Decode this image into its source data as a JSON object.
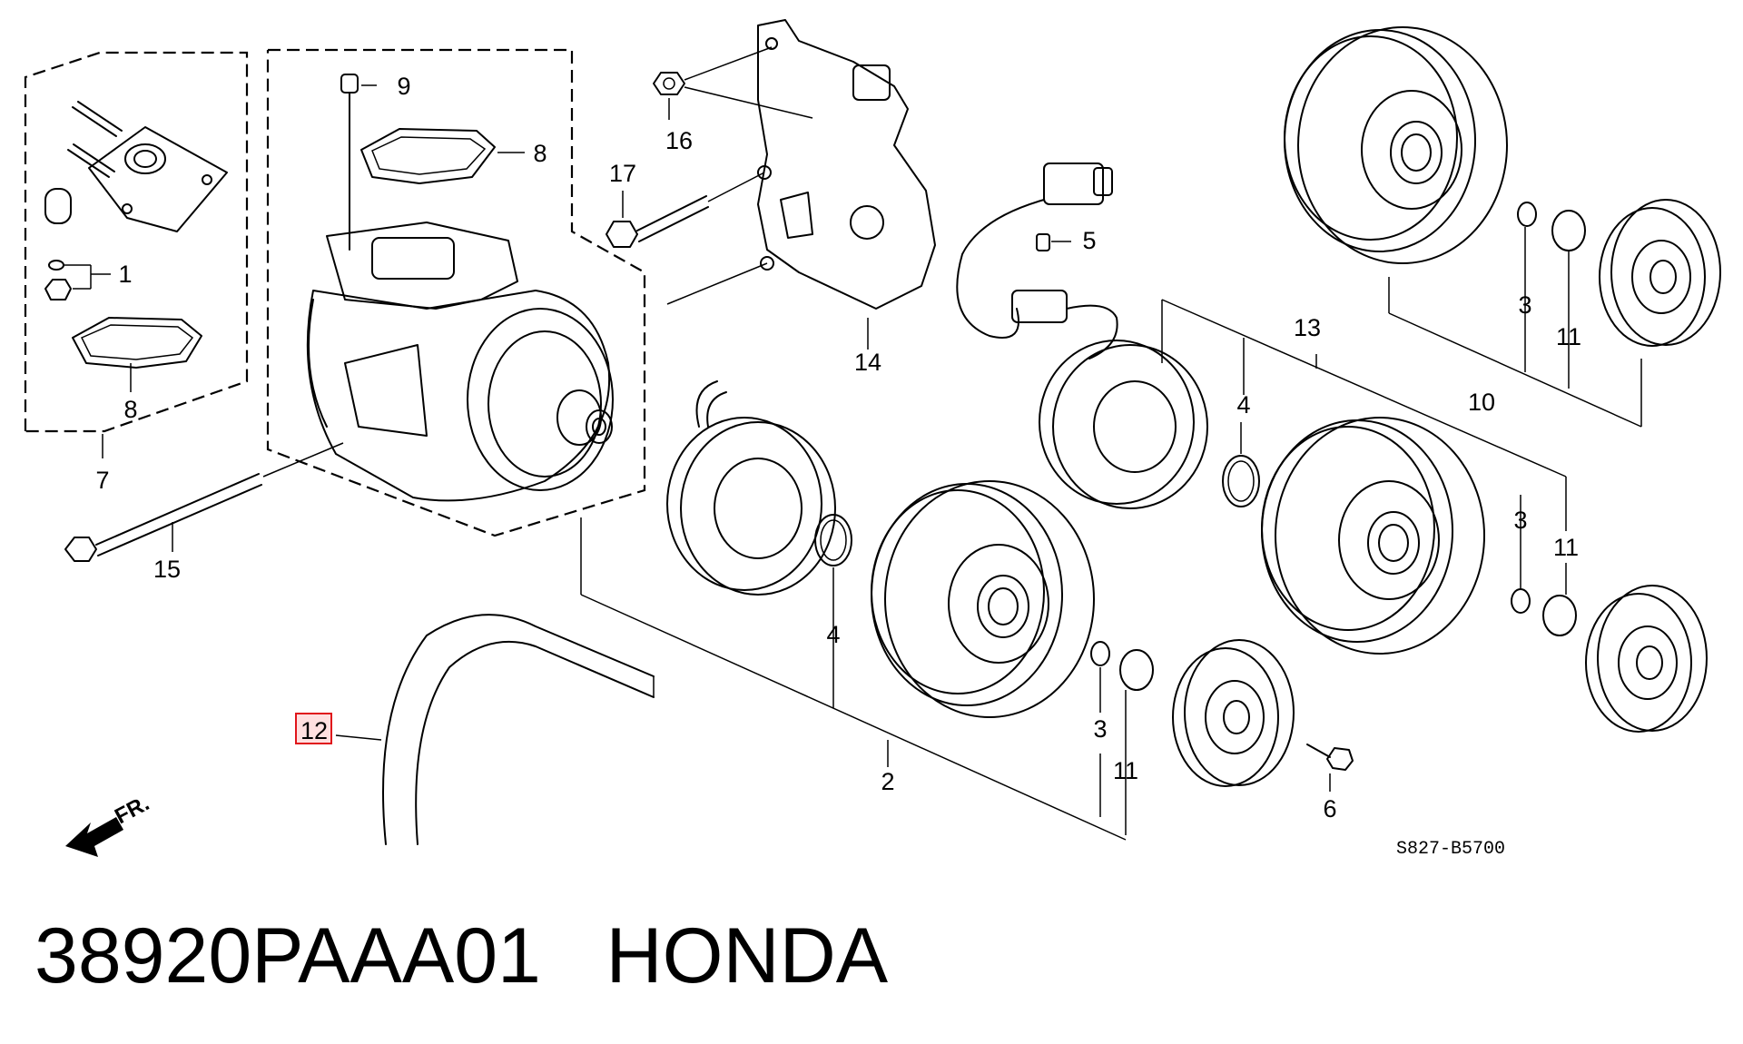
{
  "diagram": {
    "callouts": [
      {
        "id": "c1",
        "text": "1"
      },
      {
        "id": "c2",
        "text": "2"
      },
      {
        "id": "c3a",
        "text": "3"
      },
      {
        "id": "c3b",
        "text": "3"
      },
      {
        "id": "c3c",
        "text": "3"
      },
      {
        "id": "c4a",
        "text": "4"
      },
      {
        "id": "c4b",
        "text": "4"
      },
      {
        "id": "c5",
        "text": "5"
      },
      {
        "id": "c6",
        "text": "6"
      },
      {
        "id": "c7",
        "text": "7"
      },
      {
        "id": "c8a",
        "text": "8"
      },
      {
        "id": "c8b",
        "text": "8"
      },
      {
        "id": "c9",
        "text": "9"
      },
      {
        "id": "c10",
        "text": "10"
      },
      {
        "id": "c11a",
        "text": "11"
      },
      {
        "id": "c11b",
        "text": "11"
      },
      {
        "id": "c11c",
        "text": "11"
      },
      {
        "id": "c12",
        "text": "12",
        "highlighted": true,
        "highlight_color": "#e0151b"
      },
      {
        "id": "c13",
        "text": "13"
      },
      {
        "id": "c14",
        "text": "14"
      },
      {
        "id": "c15",
        "text": "15"
      },
      {
        "id": "c16",
        "text": "16"
      },
      {
        "id": "c17",
        "text": "17"
      }
    ],
    "diagram_code": "S827-B5700",
    "front_indicator": "FR."
  },
  "caption": {
    "text": "38920PAAA01   HONDA"
  }
}
